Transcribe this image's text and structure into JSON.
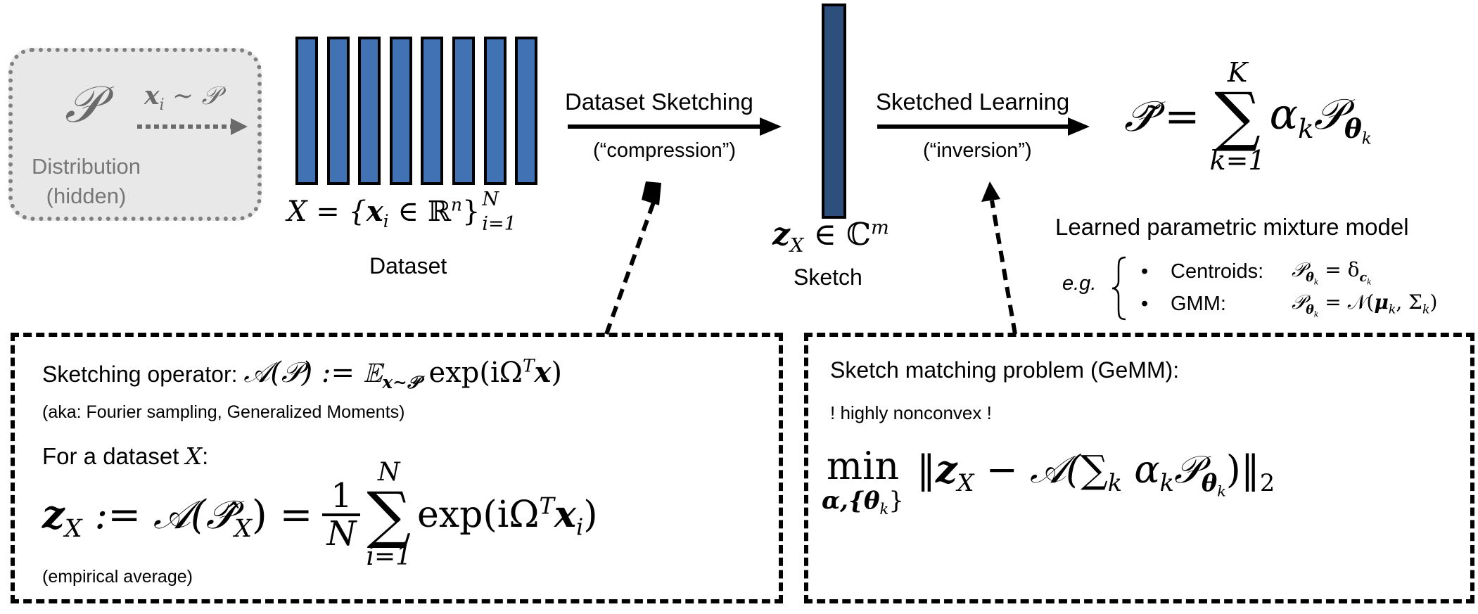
{
  "colors": {
    "dataset_bar": "#4173b4",
    "sketch_bar": "#2c4f7c",
    "distribution_fill": "#e8e8e8",
    "distribution_text": "#6b6b6b"
  },
  "distribution": {
    "symbol": "𝒫",
    "sample_expr": "x",
    "sample_sub": "i",
    "sample_rel": " ∼ 𝒫",
    "label_line1": "Distribution",
    "label_line2": "(hidden)"
  },
  "dataset": {
    "bar_count": 8,
    "formula_lhs": "X = {",
    "formula_x": "x",
    "formula_x_sub": "i",
    "formula_in": " ∈ ℝ",
    "formula_sup_n": "n",
    "formula_close": "}",
    "formula_upper": "N",
    "formula_lower": "i=1",
    "label": "Dataset"
  },
  "arrow_sketching": {
    "label": "Dataset Sketching",
    "sublabel": "(“compression”)"
  },
  "sketch": {
    "formula_z": "z",
    "formula_sub": "X",
    "formula_in": " ∈ ℂ",
    "formula_sup": "m",
    "label": "Sketch"
  },
  "arrow_learning": {
    "label": "Sketched Learning",
    "sublabel": "(“inversion”)"
  },
  "model": {
    "lhs": "𝒫̃",
    "eq": "=",
    "sum_upper": "K",
    "sum_lower": "k=1",
    "alpha": "α",
    "alpha_sub": "k",
    "P": "𝒫",
    "theta": "θ",
    "theta_sub": "k",
    "label": "Learned parametric mixture model",
    "eg": "e.g.",
    "examples": [
      {
        "bullet": "•",
        "name": "Centroids:",
        "math": "𝒫",
        "math_rhs": " = δ",
        "rhs_sub": "c",
        "rhs_sub_k": "k",
        "rhs_tail": ""
      },
      {
        "bullet": "•",
        "name": "GMM:",
        "math": "𝒫",
        "math_rhs": " = 𝒩(",
        "rhs_sub": "μ",
        "rhs_sub_k": "k",
        "rhs_tail": ", Σ"
      }
    ]
  },
  "box_left": {
    "operator_label": "Sketching operator:",
    "operator_formula": "𝒜(𝒫) := 𝔼",
    "operator_sub": "x∼𝒫",
    "operator_exp": " exp(iΩ",
    "operator_sup": "T",
    "operator_x": "x",
    "operator_close": ")",
    "aka": "(aka: Fourier sampling, Generalized Moments)",
    "for_dataset": "For a dataset ",
    "for_dataset_var": "X",
    "for_dataset_colon": ":",
    "z": "z",
    "z_sub": "X",
    "def": " := 𝒜(",
    "P_hat": "𝒫̂",
    "P_hat_sub": "X",
    "eq": ") =",
    "frac_num": "1",
    "frac_den": "N",
    "sum_upper": "N",
    "sum_lower": "i=1",
    "exp": "exp(iΩ",
    "exp_sup": "T",
    "exp_x": "x",
    "exp_sub": "i",
    "exp_close": ")",
    "empirical": "(empirical average)"
  },
  "box_right": {
    "title": "Sketch matching problem (GeMM):",
    "warning": "! highly nonconvex !",
    "min": "min",
    "min_sub": "α,{θ",
    "min_sub_k": "k",
    "min_sub_close": "}",
    "norm_open": "‖",
    "z": "z",
    "z_sub": "X",
    "minus": " − 𝒜(∑",
    "sum_sub": "k",
    "alpha": " α",
    "alpha_sub": "k",
    "P": "𝒫",
    "theta": "θ",
    "theta_sub": "k",
    "close": ")‖",
    "norm_sub": "2"
  }
}
